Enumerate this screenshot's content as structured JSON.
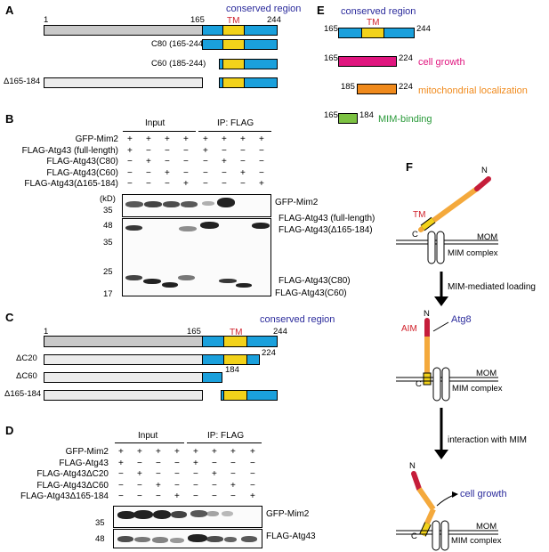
{
  "panels": {
    "A": "A",
    "B": "B",
    "C": "C",
    "D": "D",
    "E": "E",
    "F": "F"
  },
  "panel_a": {
    "start": "1",
    "split": "165",
    "end": "244",
    "conserved": "conserved region",
    "tm": "TM",
    "c80": "C80 (165-244)",
    "c60": "C60 (185-244)",
    "del": "Δ165-184"
  },
  "panel_b": {
    "input": "Input",
    "ip": "IP: FLAG",
    "rows": [
      "GFP-Mim2",
      "FLAG-Atg43 (full-length)",
      "FLAG-Atg43(C80)",
      "FLAG-Atg43(C60)",
      "FLAG-Atg43(Δ165-184)"
    ],
    "signs": [
      [
        "+",
        "+",
        "+",
        "+",
        "+",
        "+",
        "+",
        "+"
      ],
      [
        "+",
        "−",
        "−",
        "−",
        "+",
        "−",
        "−",
        "−"
      ],
      [
        "−",
        "+",
        "−",
        "−",
        "−",
        "+",
        "−",
        "−"
      ],
      [
        "−",
        "−",
        "+",
        "−",
        "−",
        "−",
        "+",
        "−"
      ],
      [
        "−",
        "−",
        "−",
        "+",
        "−",
        "−",
        "−",
        "+"
      ]
    ],
    "kd": "(kD)",
    "mw_top": [
      "35"
    ],
    "mw_bottom": [
      "48",
      "35",
      "25",
      "17"
    ],
    "band_labels": [
      "GFP-Mim2",
      "FLAG-Atg43 (full-length)",
      "FLAG-Atg43(Δ165-184)",
      "FLAG-Atg43(C80)",
      "FLAG-Atg43(C60)"
    ]
  },
  "panel_c": {
    "start": "1",
    "split": "165",
    "end": "244",
    "conserved": "conserved region",
    "tm": "TM",
    "dc20": "ΔC20",
    "dc60": "ΔC60",
    "del": "Δ165-184",
    "n224": "224",
    "n184": "184"
  },
  "panel_d": {
    "input": "Input",
    "ip": "IP: FLAG",
    "rows": [
      "GFP-Mim2",
      "FLAG-Atg43",
      "FLAG-Atg43ΔC20",
      "FLAG-Atg43ΔC60",
      "FLAG-Atg43Δ165-184"
    ],
    "signs": [
      [
        "+",
        "+",
        "+",
        "+",
        "+",
        "+",
        "+",
        "+"
      ],
      [
        "+",
        "−",
        "−",
        "−",
        "+",
        "−",
        "−",
        "−"
      ],
      [
        "−",
        "+",
        "−",
        "−",
        "−",
        "+",
        "−",
        "−"
      ],
      [
        "−",
        "−",
        "+",
        "−",
        "−",
        "−",
        "+",
        "−"
      ],
      [
        "−",
        "−",
        "−",
        "+",
        "−",
        "−",
        "−",
        "+"
      ]
    ],
    "mw_top": "35",
    "mw_bottom": "48",
    "band_labels": [
      "GFP-Mim2",
      "FLAG-Atg43"
    ]
  },
  "panel_e": {
    "conserved": "conserved region",
    "tm": "TM",
    "f1_start": "165",
    "f1_end": "244",
    "f2_start": "165",
    "f2_end": "224",
    "f2_label": "cell growth",
    "f3_start": "185",
    "f3_end": "224",
    "f3_label": "mitochondrial localization",
    "f4_start": "165",
    "f4_end": "184",
    "f4_label": "MIM-binding"
  },
  "panel_f": {
    "n": "N",
    "c": "C",
    "tm": "TM",
    "mom": "MOM",
    "mim": "MIM complex",
    "arrow1": "MIM-mediated loading",
    "aim": "AIM",
    "atg8": "Atg8",
    "arrow2": "interaction with MIM",
    "growth": "cell growth"
  },
  "colors": {
    "conserved": "#1aa0dc",
    "tm": "#f2d21a",
    "growth": "#e0167f",
    "mito": "#f08a1c",
    "mim": "#7cc242",
    "label_blue": "#2b2b9c",
    "label_red": "#d0202a"
  }
}
